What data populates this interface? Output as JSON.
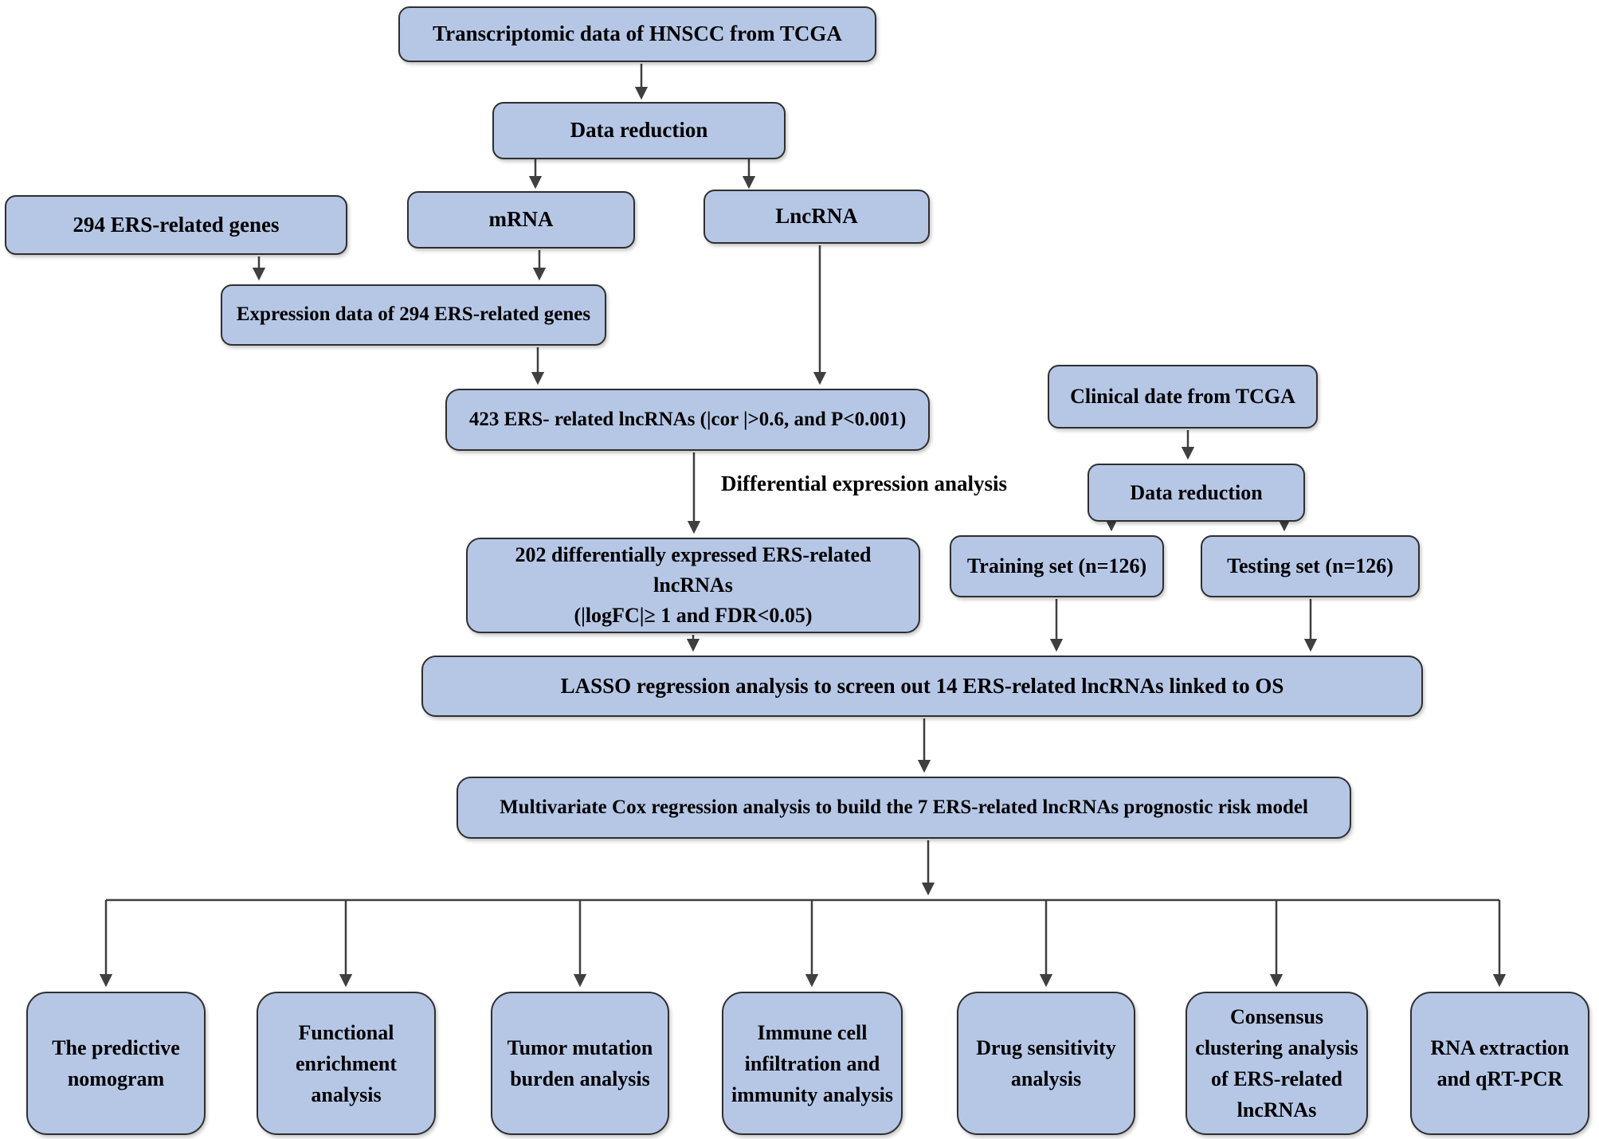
{
  "colors": {
    "node_fill": "#b6c7e6",
    "node_border": "#2f2f2f",
    "connector": "#3f3f3f",
    "text": "#000000",
    "background": "#ffffff"
  },
  "edge_label": {
    "text": "Differential expression analysis"
  },
  "nodes": [
    {
      "id": "transcriptomic-data",
      "label": "Transcriptomic data of HNSCC from TCGA"
    },
    {
      "id": "data-reduction-1",
      "label": "Data reduction"
    },
    {
      "id": "ers-genes",
      "label": "294 ERS-related genes"
    },
    {
      "id": "mrna",
      "label": "mRNA"
    },
    {
      "id": "lncrna",
      "label": "LncRNA"
    },
    {
      "id": "expression-data",
      "label": "Expression data of 294 ERS-related genes"
    },
    {
      "id": "ers-lncrnas-423",
      "label": "423 ERS- related lncRNAs (|cor |>0.6, and P<0.001)"
    },
    {
      "id": "clinical-data",
      "label": "Clinical date from TCGA"
    },
    {
      "id": "data-reduction-2",
      "label": "Data reduction"
    },
    {
      "id": "deg-202",
      "label": "202 differentially expressed ERS-related lncRNAs\n(|logFC|≥ 1 and FDR<0.05)"
    },
    {
      "id": "training-set",
      "label": "Training set (n=126)"
    },
    {
      "id": "testing-set",
      "label": "Testing set (n=126)"
    },
    {
      "id": "lasso-regression",
      "label": "LASSO regression analysis to screen out 14 ERS-related lncRNAs linked to OS"
    },
    {
      "id": "cox-regression",
      "label": "Multivariate Cox regression analysis to build the 7 ERS-related lncRNAs prognostic risk model"
    },
    {
      "id": "predictive-nomogram",
      "label": "The predictive nomogram"
    },
    {
      "id": "functional-enrichment",
      "label": "Functional enrichment analysis"
    },
    {
      "id": "tumor-mutation-burden",
      "label": "Tumor mutation burden analysis"
    },
    {
      "id": "immune-infiltration",
      "label": "Immune cell infiltration and immunity analysis"
    },
    {
      "id": "drug-sensitivity",
      "label": "Drug sensitivity analysis"
    },
    {
      "id": "consensus-clustering",
      "label": "Consensus clustering analysis of ERS-related lncRNAs"
    },
    {
      "id": "rna-extraction-qrtpcr",
      "label": "RNA extraction and qRT-PCR"
    }
  ]
}
